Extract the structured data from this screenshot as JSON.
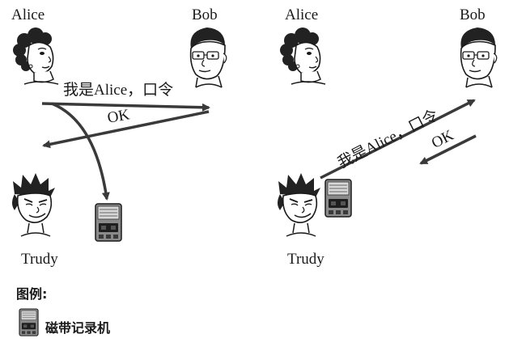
{
  "left_scene": {
    "alice_label": "Alice",
    "bob_label": "Bob",
    "trudy_label": "Trudy",
    "message_label": "我是Alice，口令",
    "reply_label": "OK"
  },
  "right_scene": {
    "alice_label": "Alice",
    "bob_label": "Bob",
    "trudy_label": "Trudy",
    "message_label": "我是Alice，口令",
    "reply_label": "OK"
  },
  "legend": {
    "title": "图例:",
    "recorder_label": "磁带记录机"
  },
  "icons": {
    "person_alice": "woman-face-icon",
    "person_bob": "man-with-glasses-icon",
    "person_trudy": "intruder-face-icon",
    "recorder": "tape-recorder-icon"
  },
  "colors": {
    "arrow": "#3a3a3a",
    "ink": "#1a1a1a"
  }
}
